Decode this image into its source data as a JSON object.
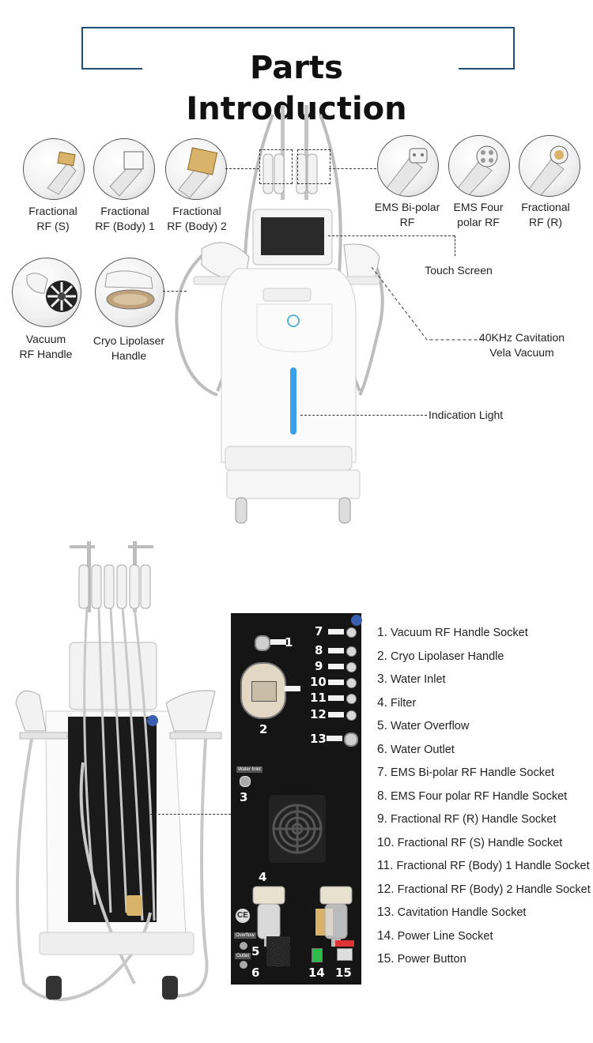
{
  "title": "Parts Introduction",
  "handles": [
    {
      "name": "fractional-rf-s",
      "l1": "Fractional",
      "l2": "RF (S)"
    },
    {
      "name": "fractional-rf-body1",
      "l1": "Fractional",
      "l2": "RF (Body) 1"
    },
    {
      "name": "fractional-rf-body2",
      "l1": "Fractional",
      "l2": "RF (Body) 2"
    },
    {
      "name": "ems-bipolar",
      "l1": "EMS Bi-polar",
      "l2": "RF"
    },
    {
      "name": "ems-four-polar",
      "l1": "EMS Four",
      "l2": "polar RF"
    },
    {
      "name": "fractional-rf-r",
      "l1": "Fractional",
      "l2": "RF (R)"
    },
    {
      "name": "vacuum-rf",
      "l1": "Vacuum",
      "l2": "RF Handle"
    },
    {
      "name": "cryo-lipolaser",
      "l1": "Cryo Lipolaser",
      "l2": "Handle"
    }
  ],
  "callouts": {
    "touch_screen": "Touch Screen",
    "cavitation_l1": "40KHz Cavitation",
    "cavitation_l2": "Vela Vacuum",
    "indication_light": "Indication Light"
  },
  "panel_labels": {
    "water_inlet": "Water Inlet",
    "overflow": "Overflow",
    "outlet": "Outlet"
  },
  "panel_numbers": [
    "1",
    "2",
    "3",
    "4",
    "5",
    "6",
    "7",
    "8",
    "9",
    "10",
    "11",
    "12",
    "13",
    "14",
    "15"
  ],
  "parts": [
    {
      "num": "1.",
      "text": "Vacuum RF Handle Socket"
    },
    {
      "num": "2.",
      "text": "Cryo Lipolaser Handle"
    },
    {
      "num": "3.",
      "text": "Water Inlet"
    },
    {
      "num": "4.",
      "text": "Filter"
    },
    {
      "num": "5.",
      "text": "Water Overflow"
    },
    {
      "num": "6.",
      "text": "Water Outlet"
    },
    {
      "num": "7.",
      "text": "EMS Bi-polar RF Handle Socket"
    },
    {
      "num": "8.",
      "text": "EMS Four polar RF Handle Socket"
    },
    {
      "num": "9.",
      "text": "Fractional RF (R) Handle Socket"
    },
    {
      "num": "10.",
      "text": "Fractional RF (S) Handle Socket"
    },
    {
      "num": "11.",
      "text": "Fractional RF (Body) 1 Handle Socket"
    },
    {
      "num": "12.",
      "text": "Fractional RF (Body) 2 Handle Socket"
    },
    {
      "num": "13.",
      "text": "Cavitation Handle Socket"
    },
    {
      "num": "14.",
      "text": "Power Line Socket"
    },
    {
      "num": "15.",
      "text": "Power Button"
    }
  ],
  "colors": {
    "title_frame": "#1f4e79",
    "panel_bg": "#151515",
    "gold_tip": "#d9b36a",
    "indicator_blue": "#3aa0e8"
  }
}
